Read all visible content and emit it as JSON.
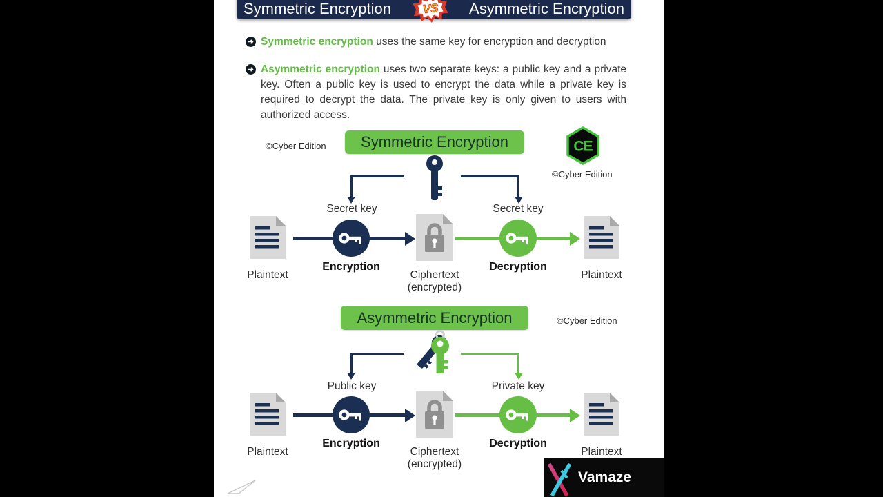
{
  "title_bar": {
    "left_title": "Symmetric Encryption",
    "vs_label": "VS",
    "right_title": "Asymmetric Encryption"
  },
  "bullets": {
    "first": {
      "term": "Symmetric encryption",
      "rest": "uses the same key for encryption and decryption"
    },
    "second": {
      "term": "Asymmetric encryption",
      "rest": "uses two separate keys: a public key and a private key. Often a public key is used to encrypt the data while a private key is required to decrypt the data. The private key is only given to users with authorized access."
    }
  },
  "credit": {
    "watermark": "©Cyber Edition",
    "monogram": "CE"
  },
  "symmetric": {
    "title": "Symmetric Encryption",
    "left_key_label": "Secret key",
    "right_key_label": "Secret key",
    "flow": {
      "source": "Plaintext",
      "encrypt": "Encryption",
      "cipher_line1": "Ciphertext",
      "cipher_line2": "(encrypted)",
      "decrypt": "Decryption",
      "target": "Plaintext"
    }
  },
  "asymmetric": {
    "title": "Asymmetric Encryption",
    "left_key_label": "Public key",
    "right_key_label": "Private key",
    "flow": {
      "source": "Plaintext",
      "encrypt": "Encryption",
      "cipher_line1": "Ciphertext",
      "cipher_line2": "(encrypted)",
      "decrypt": "Decryption",
      "target": "Plaintext"
    }
  },
  "footer": {
    "brand": "Vamaze"
  },
  "colors": {
    "navy": "#1b2f52",
    "green": "#66bf44",
    "banner_green": "#6cc24a",
    "badge_red": "#d93a2b",
    "badge_yellow": "#f6c50f",
    "doc_gray": "#d9d9d9",
    "fold_gray": "#a9a9a9",
    "lock_gray": "#8f8f8f",
    "body_text": "#3a3a3a"
  }
}
